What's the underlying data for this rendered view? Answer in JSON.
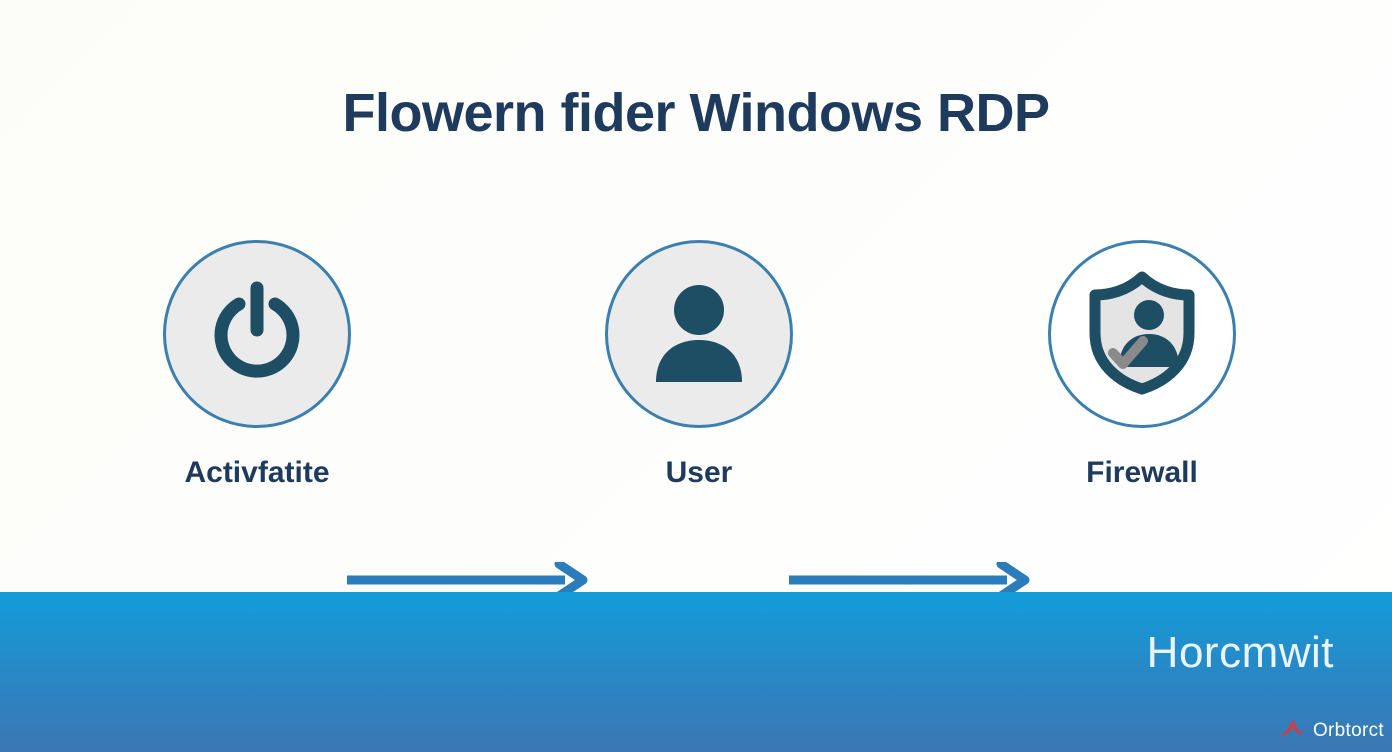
{
  "slide": {
    "title": "Flowern fider Windows RDP",
    "background_color": "#fdfdfb",
    "title_color": "#1e3a5c"
  },
  "flow": {
    "accent_color": "#2a7cba",
    "ring_color": "#3b7fae",
    "icon_color": "#1d4e64",
    "steps": [
      {
        "label": "Activfatite",
        "icon": "power-icon",
        "circle_fill": "#ebebeb"
      },
      {
        "label": "User",
        "icon": "user-icon",
        "circle_fill": "#ebebeb"
      },
      {
        "label": "Firewall",
        "icon": "shield-user-check-icon",
        "circle_fill": "#ffffff"
      }
    ],
    "connectors": [
      {
        "name": "arrow-1",
        "direction": "right"
      },
      {
        "name": "arrow-2",
        "direction": "right"
      }
    ]
  },
  "footer": {
    "text": "Horcmwit",
    "gradient_start": "#139dd9",
    "gradient_end": "#3a77b4",
    "brand": {
      "name": "Orbtorct",
      "mark_color": "#d93a3f",
      "mark_icon": "orbtorct-logo-icon"
    }
  }
}
